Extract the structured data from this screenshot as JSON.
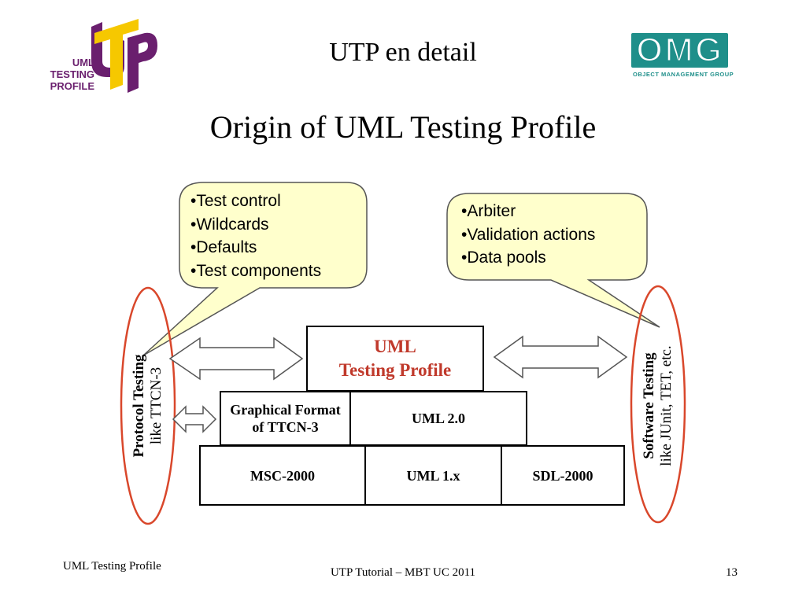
{
  "header": {
    "title": "UTP en detail",
    "subtitle": "Origin of UML Testing Profile"
  },
  "logos": {
    "utp_logo_text": [
      "UML",
      "TESTING",
      "PROFILE"
    ],
    "utp_logo_letters": "UTP",
    "omg_logo_text": "OMG",
    "omg_logo_subtext": "OBJECT MANAGEMENT GROUP",
    "colors": {
      "utp_purple": "#6a1f6e",
      "utp_yellow": "#f6c800",
      "omg_teal": "#1f8f8a"
    }
  },
  "callouts": {
    "left": [
      "Test control",
      "Wildcards",
      "Defaults",
      "Test components"
    ],
    "right": [
      "Arbiter",
      "Validation actions",
      "Data pools"
    ],
    "fill_color": "#ffffcc"
  },
  "diagram": {
    "utp_box": [
      "UML",
      "Testing Profile"
    ],
    "utp_box_color": "#c0392b",
    "graphical_format": [
      "Graphical Format",
      "of TTCN-3"
    ],
    "uml20": "UML 2.0",
    "msc": "MSC-2000",
    "uml1x": "UML 1.x",
    "sdl": "SDL-2000"
  },
  "side_labels": {
    "left_bold": "Protocol Testing",
    "left_plain": "like TTCN-3",
    "right_bold": "Software Testing",
    "right_plain": "like JUnit, TET, etc.",
    "ellipse_color": "#d9472b"
  },
  "footer": {
    "left": "UML Testing Profile",
    "center": "UTP Tutorial – MBT UC 2011",
    "page_number": "13"
  }
}
